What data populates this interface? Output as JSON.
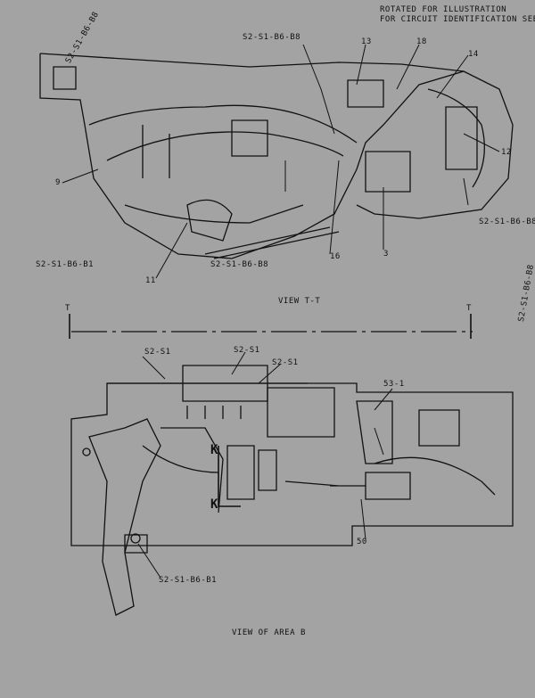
{
  "notes": {
    "line1": "ROTATED FOR ILLUSTRATION",
    "line2": "FOR CIRCUIT IDENTIFICATION SEE VIEW"
  },
  "views": {
    "upper": "VIEW T-T",
    "lower": "VIEW OF AREA B"
  },
  "callouts": {
    "c13": "13",
    "c18": "18",
    "c14": "14",
    "c12": "12",
    "c9": "9",
    "c11": "11",
    "c16": "16",
    "c3": "3",
    "c50": "50",
    "c53": "53-1",
    "cK1": "K",
    "cK2": "K",
    "cT1": "T",
    "cT2": "T",
    "ref_top": "S2-S1-B6-B8",
    "ref_right": "S2-S1-B6-B8",
    "ref_left": "S2-S1-B6-B1",
    "ref_bottom": "S2-S1-B6-B1",
    "ref_mid": "S2-S1-B6-B8",
    "ref_diag_left": "S2-S1-B6-B8",
    "ref_diag_right": "S2-S1-B6-B8",
    "ref_conn1": "S2-S1",
    "ref_conn2": "S2-S1",
    "ref_conn3": "S2-S1"
  }
}
